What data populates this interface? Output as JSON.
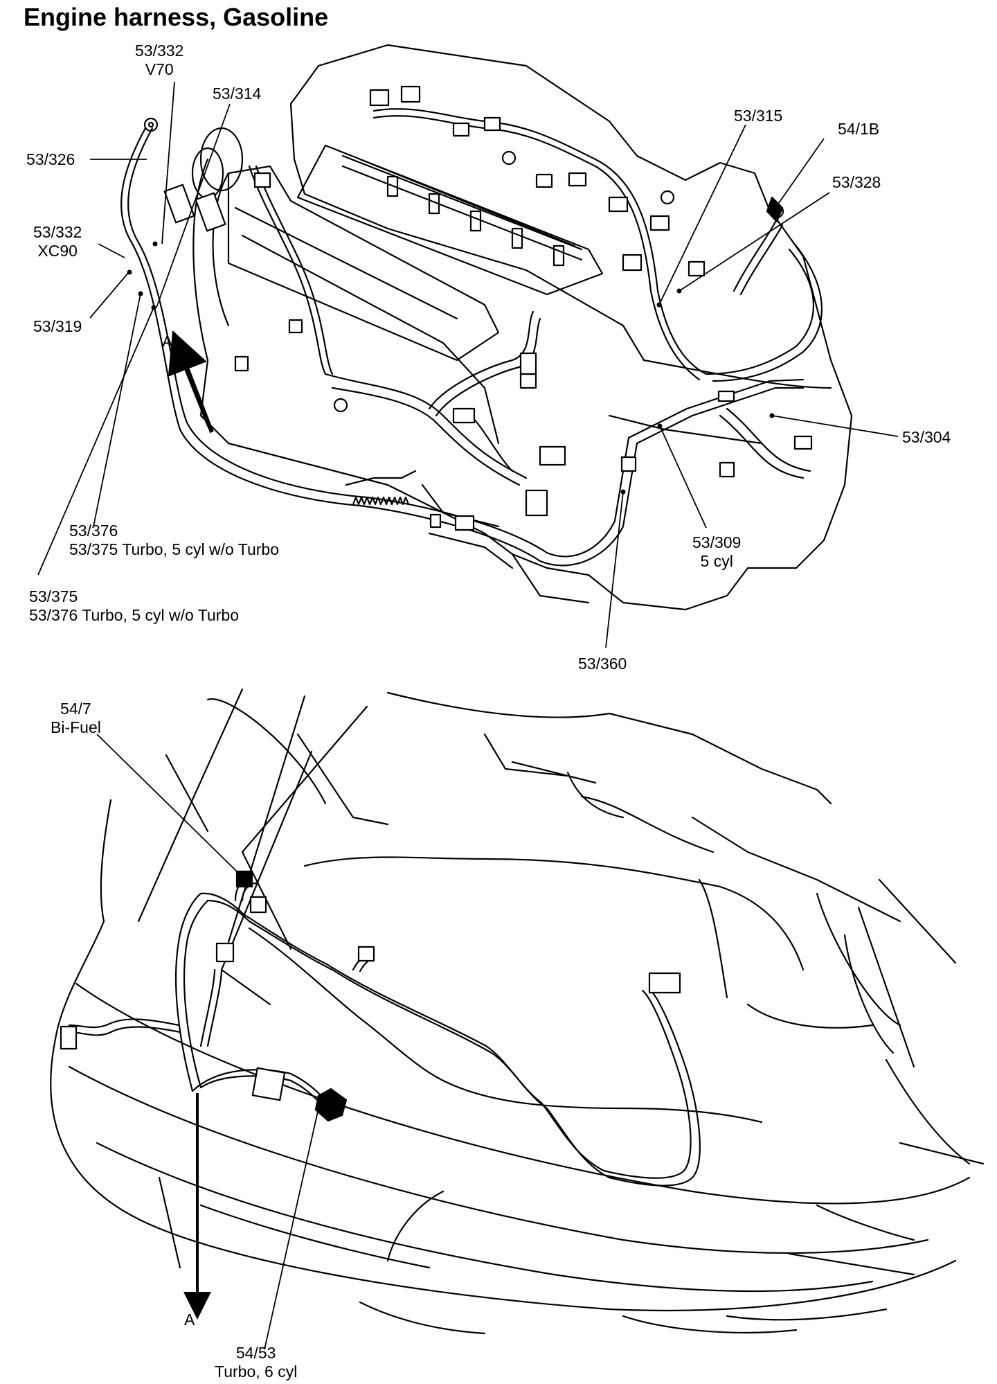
{
  "title": "Engine harness, Gasoline",
  "labels": {
    "l_53_332_v70": {
      "line1": "53/332",
      "line2": "V70"
    },
    "l_53_314": "53/314",
    "l_53_326": "53/326",
    "l_53_332_xc90": {
      "line1": "53/332",
      "line2": "XC90"
    },
    "l_53_319": "53/319",
    "l_a_top": "A",
    "l_53_315": "53/315",
    "l_54_1b": "54/1B",
    "l_53_328": "53/328",
    "l_53_304": "53/304",
    "l_53_309": {
      "line1": "53/309",
      "line2": "5 cyl"
    },
    "l_53_376": {
      "line1": "53/376",
      "line2": "53/375 Turbo, 5 cyl w/o Turbo"
    },
    "l_53_375": {
      "line1": "53/375",
      "line2": "53/376 Turbo, 5 cyl w/o Turbo"
    },
    "l_53_360": "53/360",
    "l_54_7": {
      "line1": "54/7",
      "line2": "Bi-Fuel"
    },
    "l_a_bottom": "A",
    "l_54_53": {
      "line1": "54/53",
      "line2": "Turbo, 6 cyl"
    }
  }
}
